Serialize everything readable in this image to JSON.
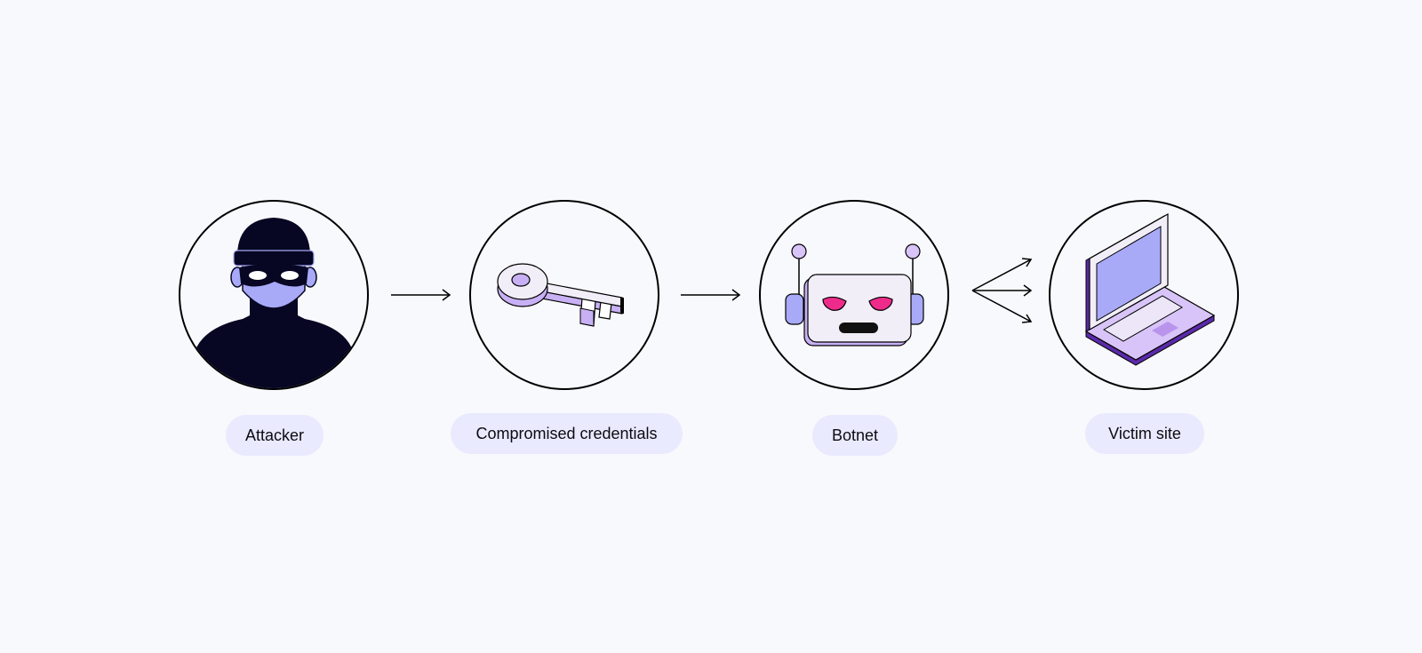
{
  "colors": {
    "background": "#f8f9fc",
    "pill": "#eaeafe",
    "dark_navy": "#070623",
    "lavender": "#a8aaf8",
    "light_purple": "#d8c4f8",
    "pink": "#ee2b8b"
  },
  "nodes": [
    {
      "label": "Attacker",
      "icon": "attacker-icon"
    },
    {
      "label": "Compromised credentials",
      "icon": "key-icon"
    },
    {
      "label": "Botnet",
      "icon": "robot-icon"
    },
    {
      "label": "Victim site",
      "icon": "laptop-icon"
    }
  ],
  "edges": [
    {
      "from": "Attacker",
      "to": "Compromised credentials"
    },
    {
      "from": "Compromised credentials",
      "to": "Botnet"
    },
    {
      "from": "Botnet",
      "to": "Victim site",
      "style": "fan-out"
    }
  ]
}
